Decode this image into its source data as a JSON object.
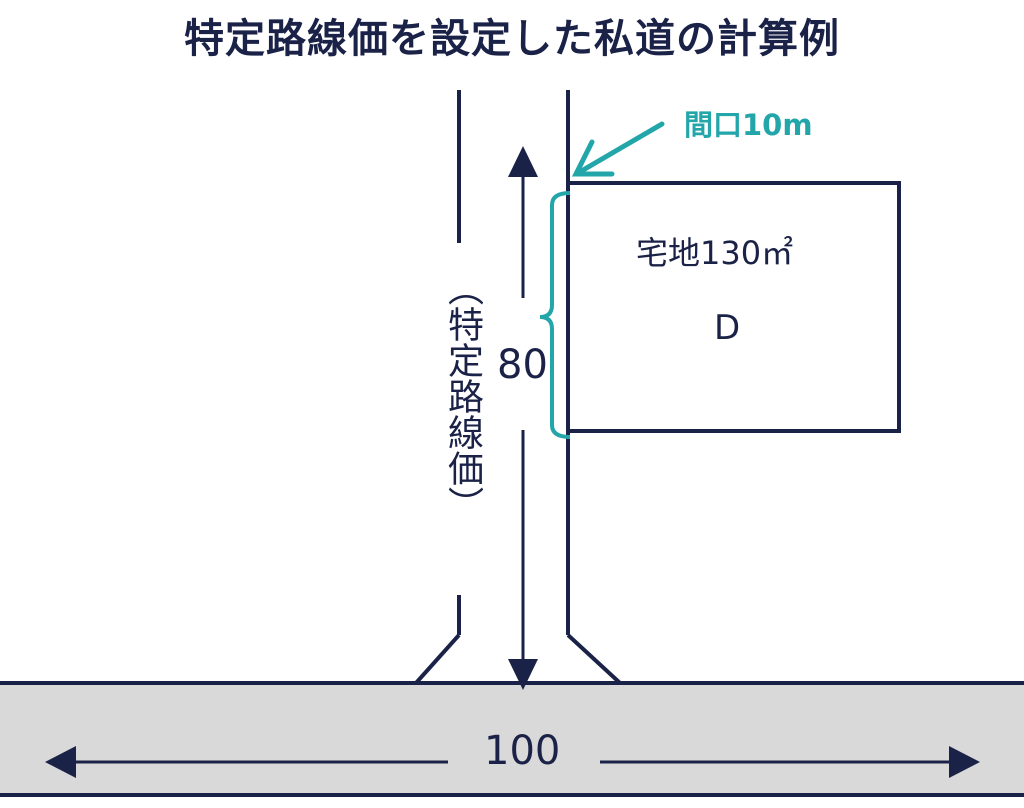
{
  "title": "特定路線価を設定した私道の計算例",
  "frontage": {
    "label": "間口10m",
    "color": "#23a6aa"
  },
  "plot": {
    "area_label": "宅地130㎡",
    "id": "D"
  },
  "private_road": {
    "label": "（特定路線価）",
    "depth": "80"
  },
  "main_road": {
    "value": "100",
    "fill": "#d9d9d9"
  },
  "colors": {
    "line": "#1b2247",
    "accent": "#23a6aa"
  }
}
